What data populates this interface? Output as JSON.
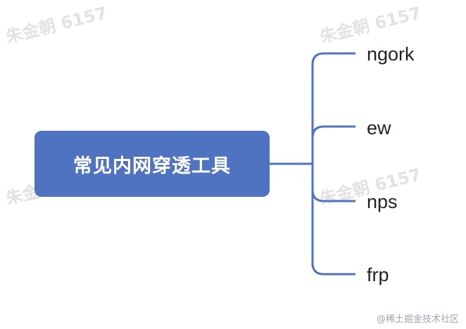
{
  "watermark": "朱金朝 6157",
  "central_topic": "常见内网穿透工具",
  "branches": [
    {
      "label": "ngork"
    },
    {
      "label": "ew"
    },
    {
      "label": "nps"
    },
    {
      "label": "frp"
    }
  ],
  "credit": "@稀土掘金技术社区",
  "colors": {
    "topic_fill": "#4f72c1",
    "connector": "#4f72c1",
    "watermark": "#e2e2e2"
  }
}
